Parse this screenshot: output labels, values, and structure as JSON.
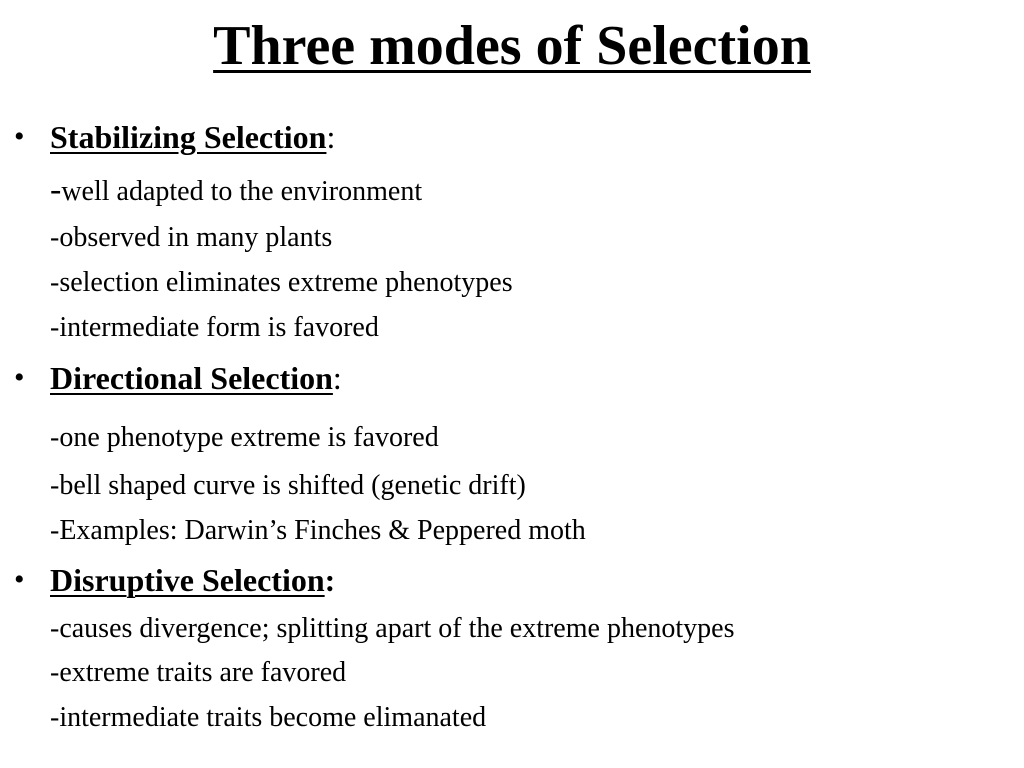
{
  "slide": {
    "title": "Three modes of Selection",
    "sections": [
      {
        "bullet": "•",
        "heading": "Stabilizing Selection",
        "colon": ":",
        "first_dash": "-",
        "lines": [
          "well adapted to the environment",
          "-observed in many plants",
          "-selection eliminates extreme phenotypes",
          "-intermediate form is favored"
        ]
      },
      {
        "bullet": "•",
        "heading": "Directional Selection",
        "colon": ":",
        "lines": [
          "-one phenotype extreme is favored",
          "-bell shaped curve is shifted  (genetic drift)",
          "-Examples: Darwin’s Finches & Peppered moth"
        ]
      },
      {
        "bullet": "•",
        "heading": "Disruptive Selection",
        "colon": ":",
        "lines": [
          "-causes divergence; splitting apart of the extreme phenotypes",
          "-extreme traits are favored",
          "-intermediate traits become elimanated"
        ]
      }
    ]
  }
}
